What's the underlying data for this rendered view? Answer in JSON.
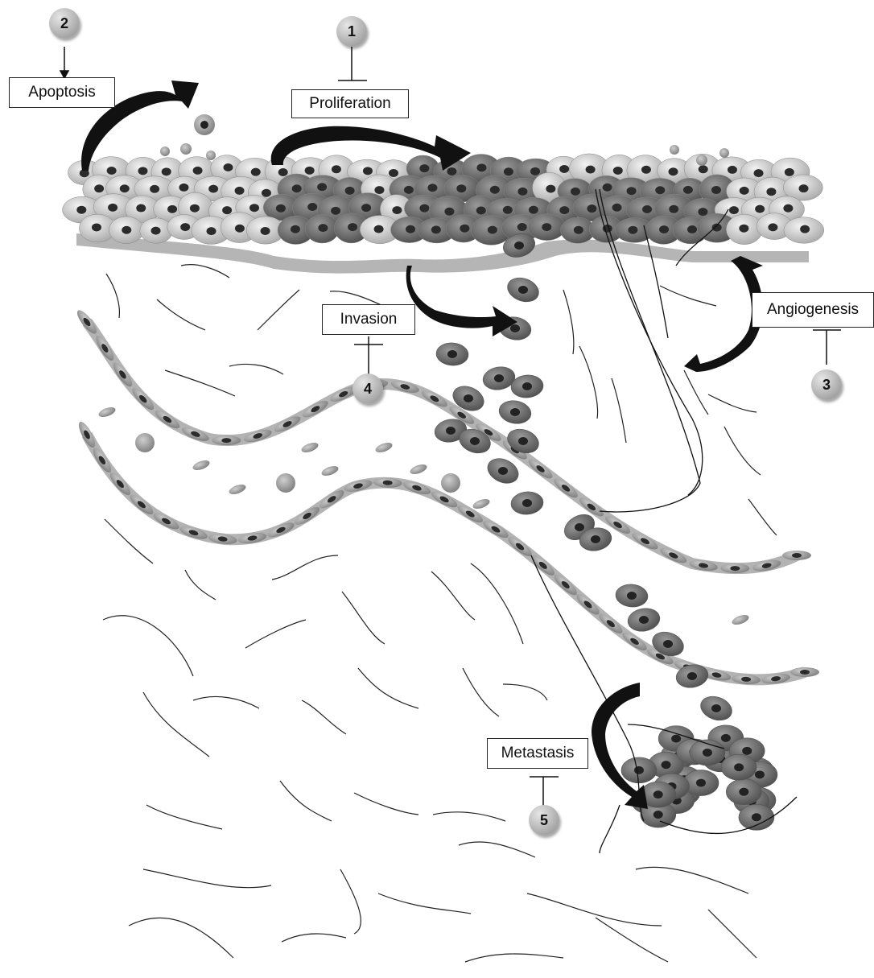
{
  "labels": {
    "apoptosis": "Apoptosis",
    "proliferation": "Proliferation",
    "angiogenesis": "Angiogenesis",
    "invasion": "Invasion",
    "metastasis": "Metastasis"
  },
  "badges": {
    "b1": "1",
    "b2": "2",
    "b3": "3",
    "b4": "4",
    "b5": "5"
  },
  "colors": {
    "cell_light": "#c4c4c4",
    "cell_dark": "#6a6a6a",
    "nucleus": "#2b2b2b",
    "membrane": "#b0b0b0",
    "arrow": "#111111",
    "badge": "#bdbdbd"
  }
}
